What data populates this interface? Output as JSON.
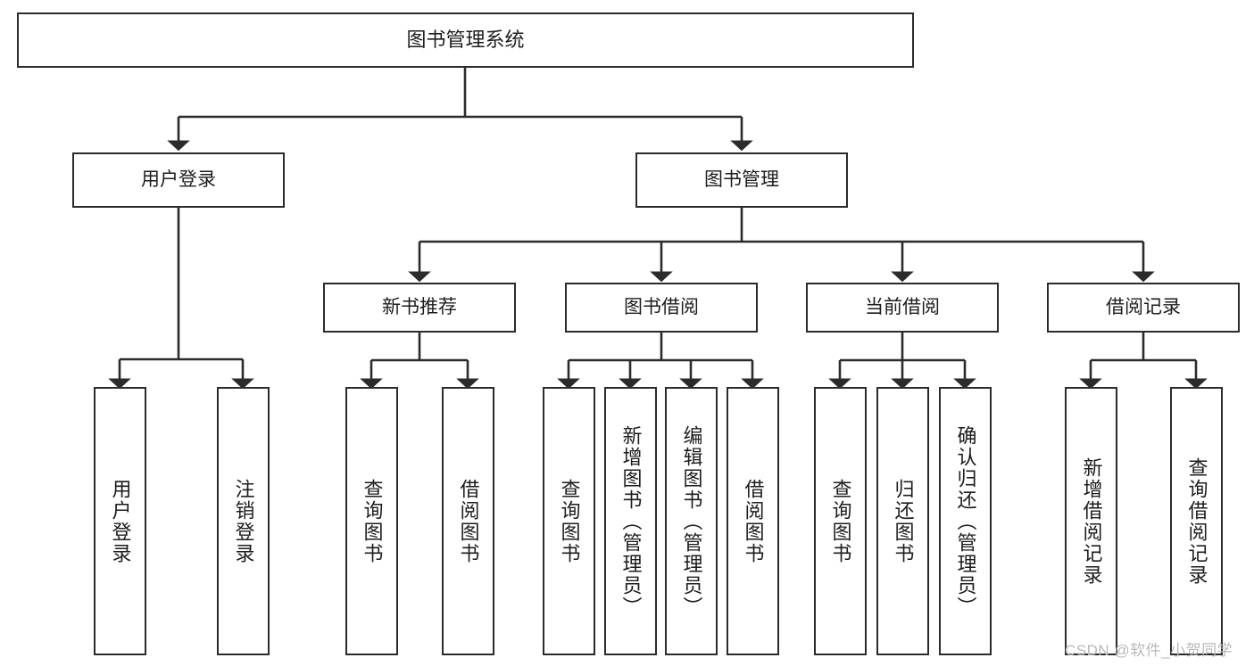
{
  "diagram": {
    "title": "图书管理系统",
    "type": "tree",
    "orientation": "top-down",
    "colors": {
      "box_border": "#2b2b2b",
      "box_fill": "#ffffff",
      "edge": "#2b2b2b",
      "text": "#1d1d1d",
      "watermark": "#b9b9b9",
      "background": "#ffffff"
    },
    "nodes": {
      "root": {
        "label": "图书管理系统"
      },
      "level2": [
        {
          "id": "user-login",
          "label": "用户登录"
        },
        {
          "id": "book-manage",
          "label": "图书管理"
        }
      ],
      "level3": [
        {
          "id": "new-book-recommend",
          "label": "新书推荐"
        },
        {
          "id": "book-borrow",
          "label": "图书借阅"
        },
        {
          "id": "current-borrow",
          "label": "当前借阅"
        },
        {
          "id": "borrow-record",
          "label": "借阅记录"
        }
      ],
      "leaves": {
        "user-login": [
          {
            "id": "leaf-user-login",
            "label": "用户登录"
          },
          {
            "id": "leaf-logout",
            "label": "注销登录"
          }
        ],
        "new-book-recommend": [
          {
            "id": "leaf-query-book-1",
            "label": "查询图书"
          },
          {
            "id": "leaf-borrow-book-1",
            "label": "借阅图书"
          }
        ],
        "book-borrow": [
          {
            "id": "leaf-query-book-2",
            "label": "查询图书"
          },
          {
            "id": "leaf-add-book",
            "label": "新增图书（管理员）"
          },
          {
            "id": "leaf-edit-book",
            "label": "编辑图书（管理员）"
          },
          {
            "id": "leaf-borrow-book-2",
            "label": "借阅图书"
          }
        ],
        "current-borrow": [
          {
            "id": "leaf-query-book-3",
            "label": "查询图书"
          },
          {
            "id": "leaf-return-book",
            "label": "归还图书"
          },
          {
            "id": "leaf-confirm-return",
            "label": "确认归还（管理员）"
          }
        ],
        "borrow-record": [
          {
            "id": "leaf-add-record",
            "label": "新增借阅记录"
          },
          {
            "id": "leaf-query-record",
            "label": "查询借阅记录"
          }
        ]
      }
    },
    "watermark": "CSDN @软件_小贺同学"
  }
}
